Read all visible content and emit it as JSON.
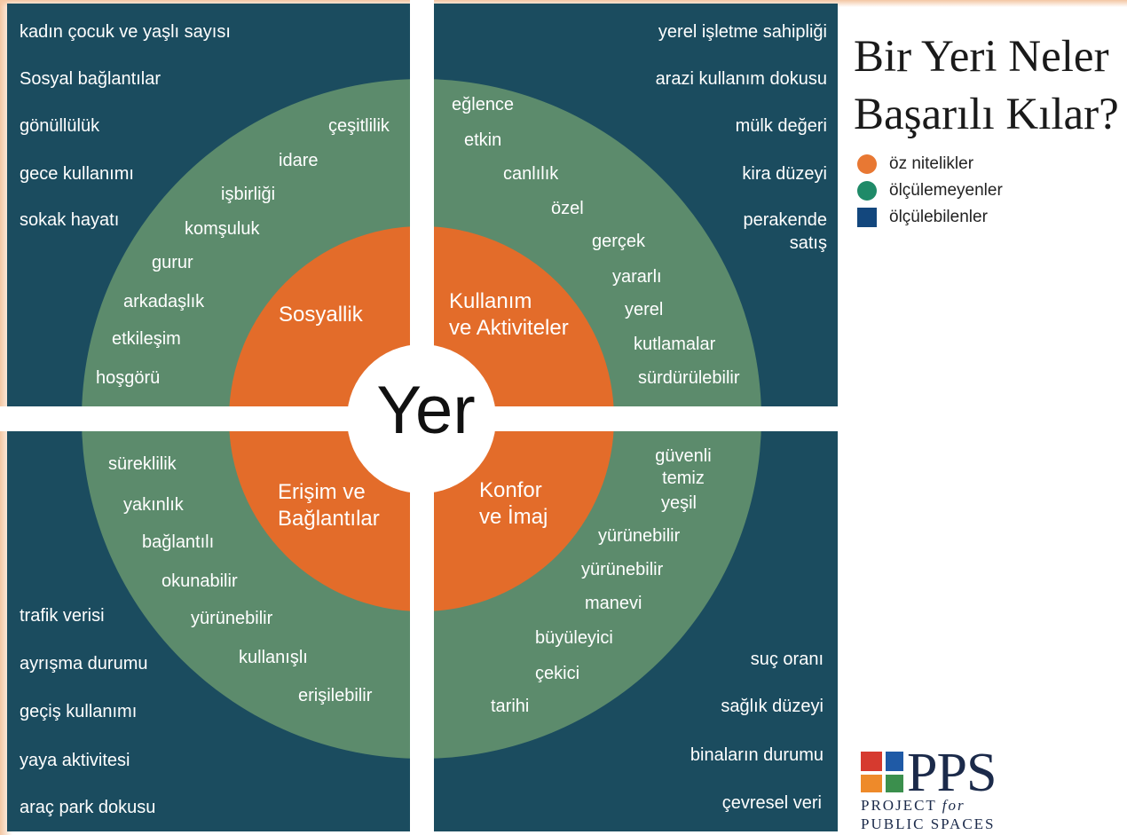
{
  "center_label": "Yer",
  "title_lines": [
    "Bir Yeri Neler",
    "Başarılı Kılar?"
  ],
  "colors": {
    "core": "#e36c2a",
    "intangibles": "#5c8b6c",
    "measurements": "#1b4c5f",
    "legend_orange": "#e87833",
    "legend_green": "#1f8a68",
    "legend_blue": "#13477d"
  },
  "legend": [
    {
      "label": "öz nitelikler",
      "shape": "circle",
      "color": "#e87833"
    },
    {
      "label": "ölçülemeyenler",
      "shape": "circle",
      "color": "#1f8a68"
    },
    {
      "label": "ölçülebilenler",
      "shape": "square",
      "color": "#13477d"
    }
  ],
  "core": {
    "sociability": "Sosyallik",
    "uses_line1": "Kullanım",
    "uses_line2": "ve Aktiviteler",
    "access_line1": "Erişim ve",
    "access_line2": "Bağlantılar",
    "comfort_line1": "Konfor",
    "comfort_line2": "ve İmaj"
  },
  "intangibles": {
    "sociability": [
      "çeşitlilik",
      "idare",
      "işbirliği",
      "komşuluk",
      "gurur",
      "arkadaşlık",
      "etkileşim",
      "hoşgörü"
    ],
    "uses": [
      "eğlence",
      "etkin",
      "canlılık",
      "özel",
      "gerçek",
      "yararlı",
      "yerel",
      "kutlamalar",
      "sürdürülebilir"
    ],
    "access": [
      "süreklilik",
      "yakınlık",
      "bağlantılı",
      "okunabilir",
      "yürünebilir",
      "kullanışlı",
      "erişilebilir"
    ],
    "comfort": [
      "güvenli",
      "temiz",
      "yeşil",
      "yürünebilir",
      "yürünebilir",
      "manevi",
      "büyüleyici",
      "çekici",
      "tarihi"
    ]
  },
  "measurements": {
    "sociability": [
      "kadın çocuk ve yaşlı sayısı",
      "Sosyal bağlantılar",
      "gönüllülük",
      "gece kullanımı",
      "sokak hayatı"
    ],
    "uses": [
      "yerel işletme sahipliği",
      "arazi kullanım dokusu",
      "mülk değeri",
      "kira düzeyi",
      "perakende",
      "satış"
    ],
    "access": [
      "trafik verisi",
      "ayrışma durumu",
      "geçiş kullanımı",
      "yaya aktivitesi",
      "araç park dokusu"
    ],
    "comfort": [
      "suç oranı",
      "sağlık düzeyi",
      "binaların durumu",
      "çevresel veri"
    ]
  },
  "logo": {
    "name": "PPS",
    "tagline_word1": "PROJECT",
    "tagline_word2": "for",
    "tagline_line2": "PUBLIC SPACES"
  }
}
